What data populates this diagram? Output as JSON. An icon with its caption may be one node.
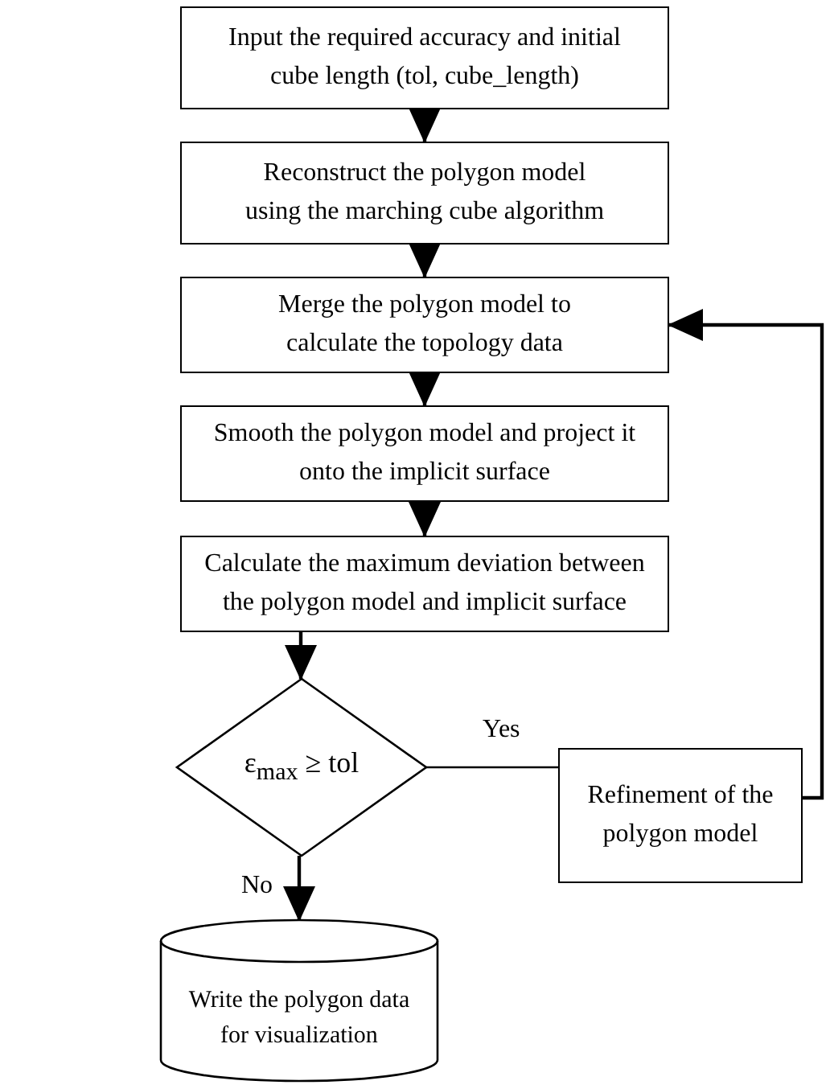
{
  "diagram": {
    "nodes": [
      {
        "text": [
          "Input the required accuracy and initial cube length (tol, cube_length)"
        ]
      },
      {
        "text": [
          "Reconstruct the polygon model using the marching cube algorithm"
        ]
      },
      {
        "text": [
          "Merge the polygon model to calculate the topology data"
        ]
      },
      {
        "text": [
          "Smooth the polygon model and project it onto the implicit surface"
        ]
      },
      {
        "text": [
          "Calculate the maximum deviation between the polygon model and implicit surface"
        ]
      },
      {
        "text": [
          "ε$_{max}$ ≥ tol"
        ]
      },
      {
        "text": [
          "Refinement of the polygon model"
        ]
      },
      {
        "text": [
          "Write the polygon data for visualization"
        ]
      }
    ],
    "edges": [
      {
        "from": 0,
        "to": 1,
        "arrow": "to"
      },
      {
        "from": 1,
        "to": 2,
        "arrow": "to"
      },
      {
        "from": 2,
        "to": 3,
        "arrow": "to"
      },
      {
        "from": 3,
        "to": 4,
        "arrow": "to"
      },
      {
        "from": 4,
        "to": 5,
        "arrow": "to"
      },
      {
        "from": 5,
        "to": 6,
        "arrow": "none",
        "label": "Yes"
      },
      {
        "from": 5,
        "to": 7,
        "arrow": "to",
        "label": "No"
      },
      {
        "from": 6,
        "to": 2,
        "arrow": "to"
      }
    ]
  }
}
